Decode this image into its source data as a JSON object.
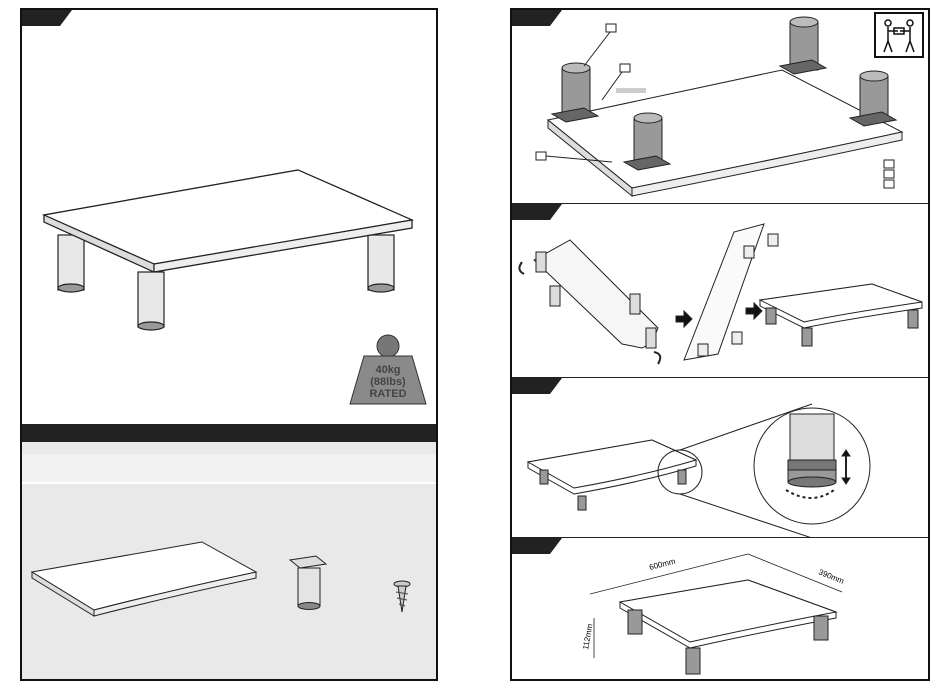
{
  "left_page": {
    "hero": {
      "weight_badge": {
        "line1": "40kg",
        "line2": "(88lbs)",
        "line3": "RATED"
      },
      "badge_icon": "weight-icon"
    },
    "contents": {
      "parts": [
        "board",
        "leg",
        "screw"
      ]
    }
  },
  "right_page": {
    "step1": {
      "icon": "two-person-lift-icon"
    },
    "step2": {
      "icon": "flip-arrow-icon"
    },
    "step3": {
      "icon": "height-adjust-icon"
    },
    "step4": {
      "width": "600mm",
      "depth": "390mm",
      "height": "112mm"
    }
  }
}
